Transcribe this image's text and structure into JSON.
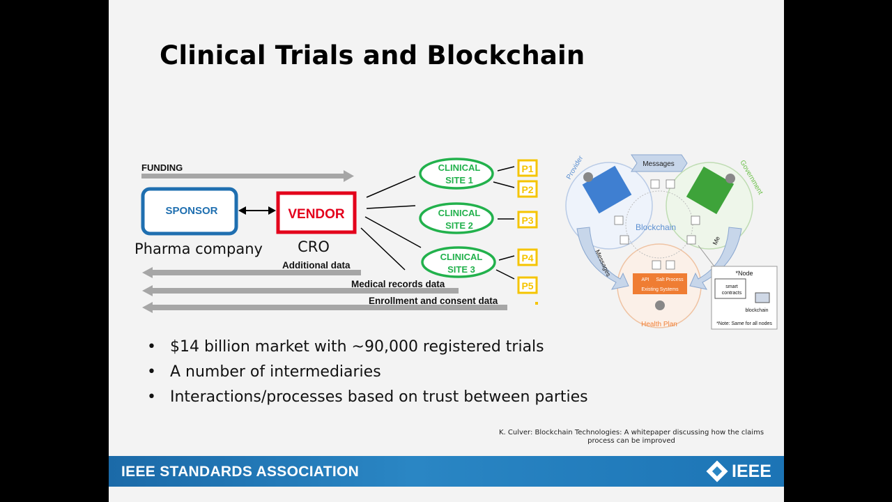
{
  "slide": {
    "title": "Clinical Trials and Blockchain",
    "bullets": [
      "$14 billion market with ~90,000 registered trials",
      "A number of intermediaries",
      "Interactions/processes based on trust between parties"
    ],
    "citation_line1": "K. Culver: Blockchain Technologies: A whitepaper discussing how the claims",
    "citation_line2": "process can be improved"
  },
  "flow_diagram": {
    "funding_label": "FUNDING",
    "sponsor_label": "SPONSOR",
    "sponsor_caption": "Pharma company",
    "vendor_label": "VENDOR",
    "vendor_caption": "CRO",
    "sites": [
      {
        "line1": "CLINICAL",
        "line2": "SITE 1"
      },
      {
        "line1": "CLINICAL",
        "line2": "SITE 2"
      },
      {
        "line1": "CLINICAL",
        "line2": "SITE 3"
      }
    ],
    "patients": [
      "P1",
      "P2",
      "P3",
      "P4",
      "P5"
    ],
    "return_flows": [
      "Additional data",
      "Medical records data",
      "Enrollment and consent data"
    ],
    "colors": {
      "sponsor": "#1f6fb0",
      "vendor": "#e3001b",
      "site": "#22b14c",
      "patient": "#f5c400",
      "arrow": "#a6a6a6"
    }
  },
  "blockchain_diagram": {
    "center_label": "Blockchain",
    "provider_label": "Provider",
    "government_label": "Government",
    "health_plan_label": "Health Plan",
    "messages_top": "Messages",
    "messages_left": "Messages",
    "messages_right": "Me",
    "hp_api": "API",
    "hp_process": "Salt Process",
    "hp_systems": "Existing Systems",
    "node_title": "*Node",
    "node_contracts_1": "smart",
    "node_contracts_2": "contracts",
    "node_blockchain": "blockchain",
    "node_note": "*Note: Same for all nodes",
    "colors": {
      "provider": "#5b8fd1",
      "government": "#6cc04a",
      "health_plan": "#f0823a"
    }
  },
  "footer": {
    "org": "IEEE STANDARDS ASSOCIATION",
    "logo": "IEEE"
  }
}
